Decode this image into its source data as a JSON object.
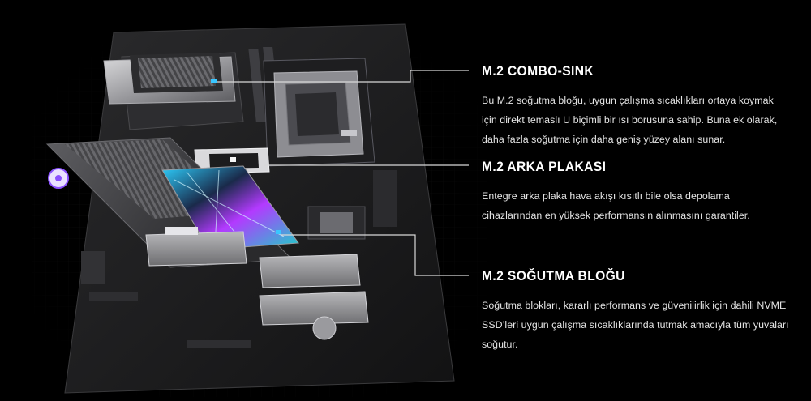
{
  "features": [
    {
      "title": "M.2 COMBO-SINK",
      "description": "Bu M.2 soğutma bloğu, uygun çalışma sıcaklıkları ortaya koymak için direkt temaslı U biçimli bir ısı borusuna sahip. Buna ek olarak, daha fazla soğutma için daha geniş yüzey alanı sunar."
    },
    {
      "title": "M.2 ARKA PLAKASI",
      "description": "Entegre arka plaka hava akışı kısıtlı bile olsa depolama cihazlarından en yüksek performansın alınmasını garantiler."
    },
    {
      "title": "M.2 SOĞUTMA BLOĞU",
      "description": "Soğutma blokları, kararlı performans ve güvenilirlik için dahili NVME SSD’leri uygun çalışma sıcaklıklarında tutmak amacıyla tüm yuvaları soğutur."
    }
  ],
  "colors": {
    "background": "#000000",
    "callout_line": "#d8d8d8",
    "accent_cyan": "#39c6ff",
    "accent_purple": "#8a4fff"
  },
  "icons": {
    "heatsink_logo": "eye-logo-icon"
  }
}
